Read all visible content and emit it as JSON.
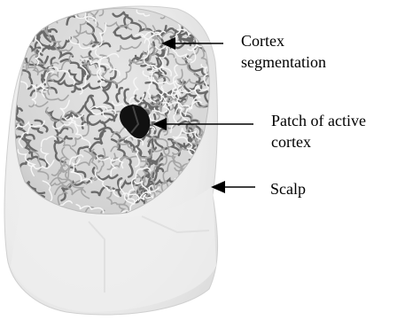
{
  "labels": {
    "cortex_segmentation": [
      "Cortex",
      "segmentation"
    ],
    "active_patch": [
      "Patch of active",
      "cortex"
    ],
    "scalp": "Scalp"
  },
  "colors": {
    "scalp": "#ececec",
    "scalp_shadow": "#dcdcdc",
    "cortex_base": "#d9d9d9",
    "gyri_dark": "#6a6a6a",
    "gyri_mid": "#a6a6a6",
    "active_patch": "#111111",
    "arrow": "#000000"
  }
}
